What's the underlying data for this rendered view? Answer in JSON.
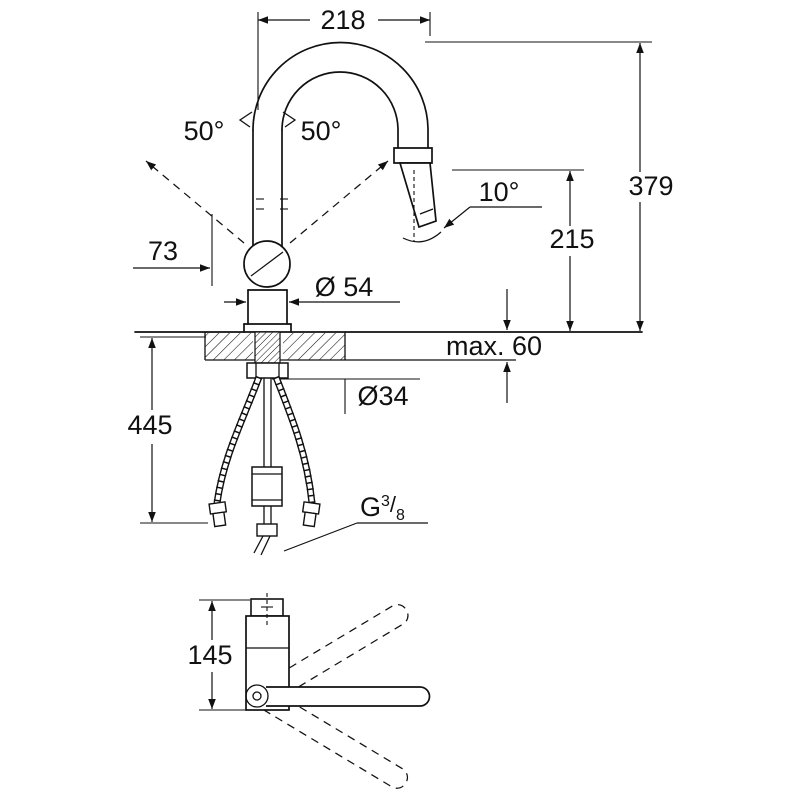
{
  "page": {
    "background": "#ffffff",
    "line_color": "#111111"
  },
  "labels": {
    "spout_reach": "218",
    "overall_height": "379",
    "outlet_height": "215",
    "handle_swivel_left": "50°",
    "handle_swivel_right": "50°",
    "spray_angle": "10°",
    "handle_offset": "73",
    "body_diameter": "Ø 54",
    "max_deck_thickness": "max. 60",
    "mounting_hole_diameter": "Ø34",
    "hose_length_below_deck": "445",
    "thread_size_g": "G",
    "thread_size_numerator": "3",
    "thread_size_slash": "/",
    "thread_size_denominator": "8",
    "base_height": "145"
  }
}
